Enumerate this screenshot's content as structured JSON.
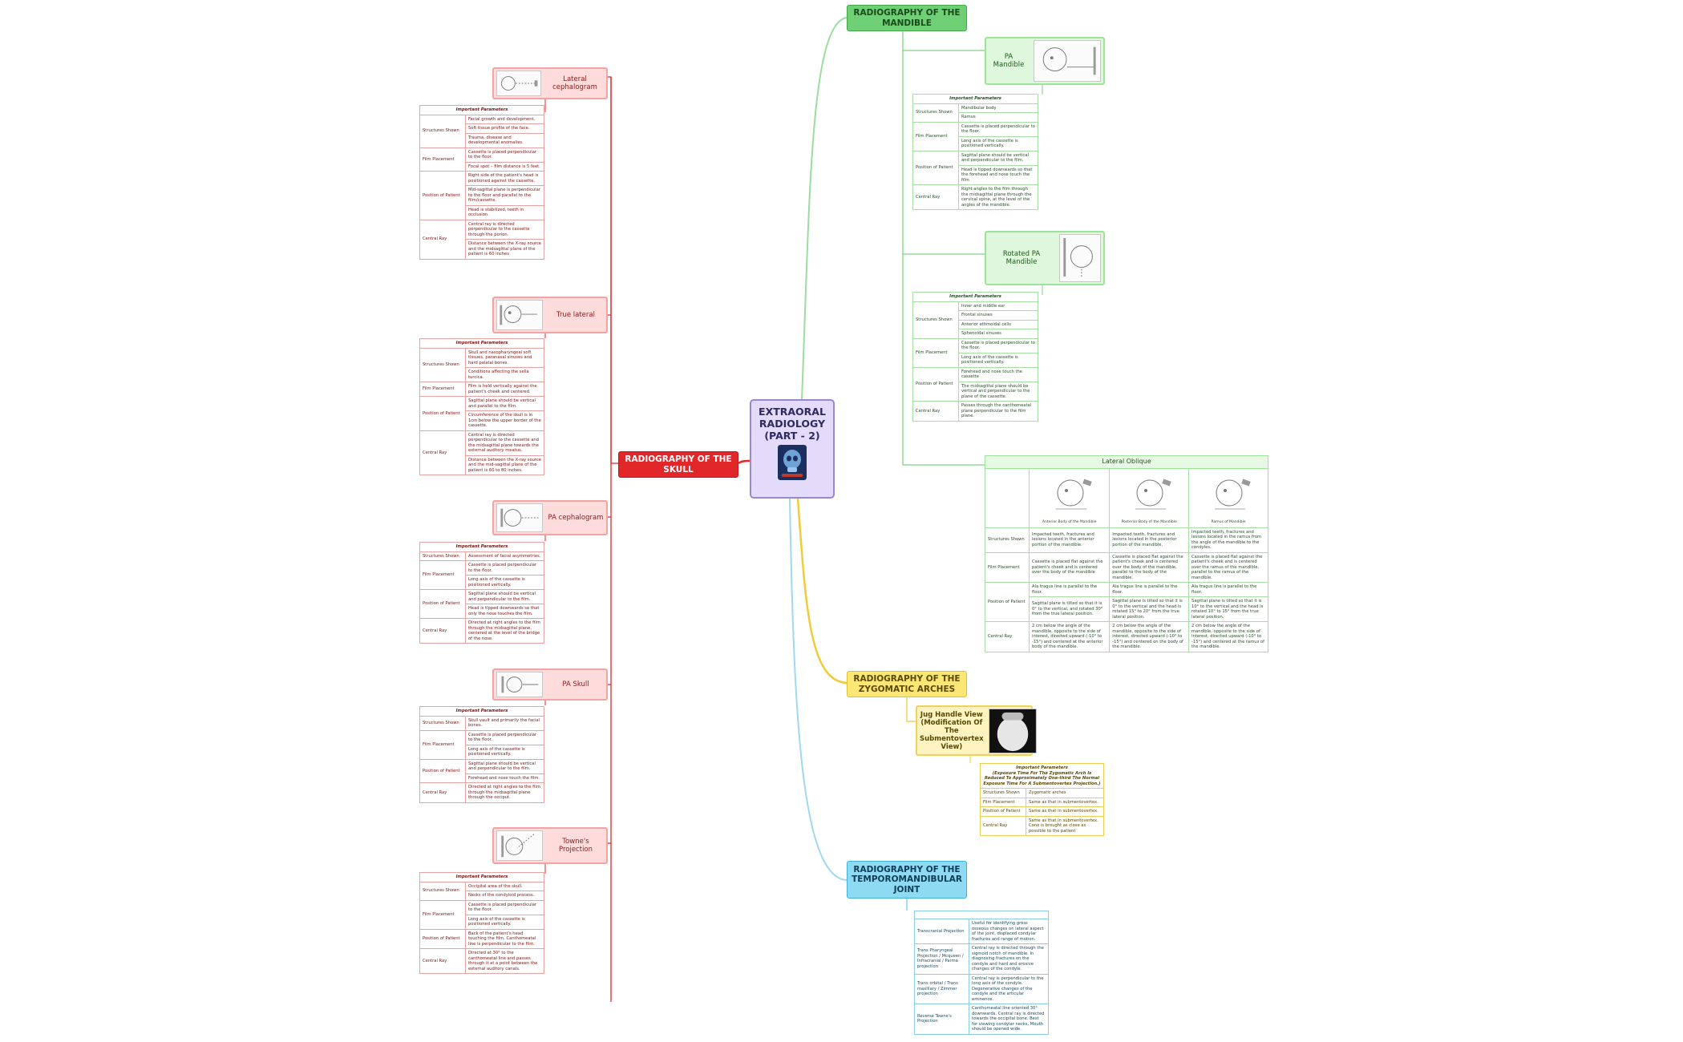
{
  "central": {
    "title": "EXTRAORAL\nRADIOLOGY\n(PART - 2)",
    "image_icon": "skull-xray-icon"
  },
  "colors": {
    "skull": "#e2272b",
    "mandible": "#6fcf74",
    "zygomatic": "#fbe676",
    "tmj": "#8fdaf3",
    "central": "#e4dbfb"
  },
  "branches": {
    "skull": "RADIOGRAPHY OF THE\nSKULL",
    "mandible": "RADIOGRAPHY OF THE\nMANDIBLE",
    "zygomatic": "RADIOGRAPHY OF THE\nZYGOMATIC ARCHES",
    "tmj": "RADIOGRAPHY OF THE\nTEMPOROMANDIBULAR\nJOINT"
  },
  "skull": {
    "lateral_ceph": {
      "title": "Lateral cephalogram",
      "header": "Important Parameters",
      "rows": [
        [
          "Structures Shown",
          "Facial growth and development."
        ],
        [
          "",
          "Soft tissue profile of the face."
        ],
        [
          "",
          "Trauma, disease and developmental anomalies."
        ],
        [
          "Film Placement",
          "Cassette is placed perpendicular to the floor."
        ],
        [
          "",
          "Focal spot – film distance is 5 feet."
        ],
        [
          "Position of Patient",
          "Right side of the patient's head is positioned against the cassette."
        ],
        [
          "",
          "Mid-sagittal plane is perpendicular to the floor and parallel to the film/cassette."
        ],
        [
          "",
          "Head is stabilized, teeth in occlusion."
        ],
        [
          "Central Ray",
          "Central ray is directed perpendicular to the cassette through the porion."
        ],
        [
          "",
          "Distance between the X-ray source and the midsagittal plane of the patient is 60 inches"
        ]
      ]
    },
    "true_lateral": {
      "title": "True lateral",
      "header": "Important Parameters",
      "rows": [
        [
          "Structures Shown",
          "Skull and nasopharyngeal soft tissues, paranasal sinuses and hard palatal bones."
        ],
        [
          "",
          "Conditions affecting the sella turcica."
        ],
        [
          "Film Placement",
          "Film is held vertically against the patient's cheek and centered."
        ],
        [
          "Position of Patient",
          "Sagittal plane should be vertical and parallel to the film."
        ],
        [
          "",
          "Circumference of the skull is in 1cm below the upper border of the cassette."
        ],
        [
          "Central Ray",
          "Central ray is directed perpendicular to the cassette and the midsagittal plane towards the external auditory meatus."
        ],
        [
          "",
          "Distance between the X-ray source and the mid-sagittal plane of the patient is 60 to 80 inches."
        ]
      ]
    },
    "pa_ceph": {
      "title": "PA cephalogram",
      "header": "Important Parameters",
      "rows": [
        [
          "Structures Shown",
          "Assessment of facial asymmetries."
        ],
        [
          "Film Placement",
          "Cassette is placed perpendicular to the floor."
        ],
        [
          "",
          "Long axis of the cassette is positioned vertically."
        ],
        [
          "Position of Patient",
          "Sagittal plane should be vertical and perpendicular to the film."
        ],
        [
          "",
          "Head is tipped downwards so that only the nose touches the film."
        ],
        [
          "Central Ray",
          "Directed at right angles to the film through the midsagittal plane, centered at the level of the bridge of the nose."
        ]
      ]
    },
    "pa_skull": {
      "title": "PA Skull",
      "header": "Important Parameters",
      "rows": [
        [
          "Structures Shown",
          "Skull vault and primarily the facial bones."
        ],
        [
          "Film Placement",
          "Cassette is placed perpendicular to the floor."
        ],
        [
          "",
          "Long axis of the cassette is positioned vertically."
        ],
        [
          "Position of Patient",
          "Sagittal plane should be vertical and perpendicular to the film."
        ],
        [
          "",
          "Forehead and nose touch the film."
        ],
        [
          "Central Ray",
          "Directed at right angles to the film through the midsagittal plane through the occiput."
        ]
      ]
    },
    "townes": {
      "title": "Towne's Projection",
      "header": "Important Parameters",
      "rows": [
        [
          "Structures Shown",
          "Occipital area of the skull."
        ],
        [
          "",
          "Necks of the condyloid process."
        ],
        [
          "Film Placement",
          "Cassette is placed perpendicular to the floor."
        ],
        [
          "",
          "Long axis of the cassette is positioned vertically."
        ],
        [
          "Position of Patient",
          "Back of the patient's head touching the film. Canthomeatal line is perpendicular to the film."
        ],
        [
          "Central Ray",
          "Directed at 30° to the canthomeatal line and passes through it at a point between the external auditory canals."
        ]
      ]
    }
  },
  "mandible": {
    "pa_mandible": {
      "title": "PA Mandible",
      "header": "Important Parameters",
      "rows": [
        [
          "Structures Shown",
          "Mandibular body"
        ],
        [
          "",
          "Ramus"
        ],
        [
          "Film Placement",
          "Cassette is placed perpendicular to the floor."
        ],
        [
          "",
          "Long axis of the cassette is positioned vertically."
        ],
        [
          "Position of Patient",
          "Sagittal plane should be vertical and perpendicular to the film."
        ],
        [
          "",
          "Head is tipped downwards so that the forehead and nose touch the film"
        ],
        [
          "Central Ray",
          "Right angles to the film through the midsagittal plane through the cervical spine, at the level of the angles of the mandible."
        ]
      ]
    },
    "rotated_pa": {
      "title": "Rotated PA Mandible",
      "header": "Important Parameters",
      "rows": [
        [
          "Structures Shown",
          "Inner and middle ear"
        ],
        [
          "",
          "Frontal sinuses"
        ],
        [
          "",
          "Anterior ethmoidal cells"
        ],
        [
          "",
          "Sphenoidal sinuses"
        ],
        [
          "Film Placement",
          "Cassette is placed perpendicular to the floor."
        ],
        [
          "",
          "Long axis of the cassette is positioned vertically."
        ],
        [
          "Position of Patient",
          "Forehead and nose touch the cassette"
        ],
        [
          "",
          "The midsagittal plane should be vertical and perpendicular to the plane of the cassette."
        ],
        [
          "Central Ray",
          "Passes through the canthomeatal plane perpendicular to the film plane."
        ]
      ]
    },
    "lateral_oblique": {
      "title": "Lateral Oblique",
      "columns": [
        "Anterior Body of the Mandible",
        "Posterior Body of the Mandible",
        "Ramus of Mandible"
      ],
      "rows": [
        {
          "key": "Structures Shown",
          "cells": [
            "Impacted teeth, fractures and lesions located in the anterior portion of the mandible.",
            "Impacted teeth, fractures and lesions located in the posterior portion of the mandible.",
            "Impacted teeth, fractures and lesions located in the ramus from the angle of the mandible to the condyles."
          ]
        },
        {
          "key": "Film Placement",
          "cells": [
            "Cassette is placed flat against the patient's cheek and is centered over the body of the mandible",
            "Cassette is placed flat against the patient's cheek and is centered over the body of the mandible, parallel to the body of the mandible.",
            "Cassette is placed flat against the patient's cheek and is centered over the ramus of the mandible, parallel to the ramus of the mandible."
          ]
        },
        {
          "key": "Position of Patient",
          "cells": [
            "Ala tragus line is parallel to the floor.",
            "Ala tragus line is parallel to the floor.",
            "Ala tragus line is parallel to the floor."
          ]
        },
        {
          "key": "",
          "cells": [
            "Sagittal plane is tilted so that it is 0° to the vertical, and rotated 30° from the true lateral position.",
            "Sagittal plane is tilted so that it is 0° to the vertical and the head is rotated 15° to 20° from the true lateral position.",
            "Sagittal plane is tilted so that it is 10° to the vertical and the head is rotated 10° to 15° from the true lateral position."
          ]
        },
        {
          "key": "Central Ray",
          "cells": [
            "2 cm below the angle of the mandible, opposite to the side of interest, directed upward (-10° to -15°) and centered at the anterior body of the mandible.",
            "2 cm below the angle of the mandible, opposite to the side of interest, directed upward (-10° to -15°) and centered on the body of the mandible.",
            "2 cm below the angle of the mandible, opposite to the side of interest, directed upward (-10° to -15°) and centered at the ramus of the mandible."
          ]
        }
      ]
    }
  },
  "zygomatic": {
    "jug_handle": {
      "title": "Jug Handle View\n(Modification Of The\nSubmentovertex\nView)",
      "header": "Important Parameters\n(Exposure Time For The Zygomatic Arch Is Reduced To Approximately One-third The Normal Exposure Time For A Submentovertex Projection.)",
      "rows": [
        [
          "Structures Shown",
          "Zygomatic arches"
        ],
        [
          "Film Placement",
          "Same as that in submentovertex."
        ],
        [
          "Position of Patient",
          "Same as that in submentovertex."
        ],
        [
          "Central Ray",
          "Same as that in submentovertex. Cone is brought as close as possible to the patient"
        ]
      ]
    }
  },
  "tmj": {
    "rows": [
      [
        "Transcranial Projection",
        "Useful for identifying gross osseous changes on lateral aspect of the joint, displaced condylar fractures and range of motion."
      ],
      [
        "Trans Pharyngeal Projection / Mcqueen / Infracranial / Parma projection",
        "Central ray is directed through the sigmoid notch of mandible. In diagnosing fractures on the condyle and hard and erosive changes of the condyle."
      ],
      [
        "Trans orbital / Trans maxillary / Zimmer projection",
        "Central ray is perpendicular to the long axis of the condyle. Degenerative changes of the condyle and the articular eminence."
      ],
      [
        "Reverse Towne's Projection",
        "Canthomeatal line oriented 30° downwards. Central ray is directed towards the occipital bone. Best for viewing condylar necks. Mouth should be opened wide."
      ]
    ]
  }
}
